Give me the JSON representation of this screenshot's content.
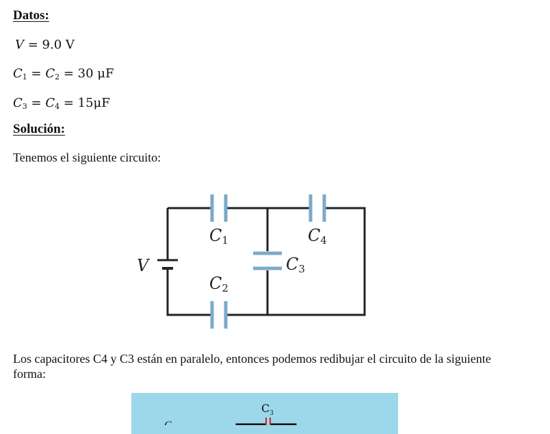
{
  "datos": {
    "heading": "Datos:"
  },
  "equations": {
    "v": {
      "sym": "V",
      "rhs": "= 9.0 V"
    },
    "c12": {
      "a": "C",
      "a_sub": "1",
      "eq1": " = ",
      "b": "C",
      "b_sub": "2",
      "rhs": " = 30 μF"
    },
    "c34": {
      "a": "C",
      "a_sub": "3",
      "eq1": " = ",
      "b": "C",
      "b_sub": "4",
      "rhs": " = 15μF"
    }
  },
  "solucion": {
    "heading": "Solución:"
  },
  "intro": "Tenemos el siguiente circuito:",
  "circuit": {
    "source_label": "V",
    "c1": {
      "letter": "C",
      "sub": "1"
    },
    "c2": {
      "letter": "C",
      "sub": "2"
    },
    "c3": {
      "letter": "C",
      "sub": "3"
    },
    "c4": {
      "letter": "C",
      "sub": "4"
    },
    "capacitor_color": "#7ca9c9",
    "wire_color": "#222222"
  },
  "paragraph2": "Los capacitores C4 y C3 están en paralelo, entonces podemos redibujar el circuito de la siguiente forma:",
  "redraw": {
    "c3": {
      "letter": "C",
      "sub": "3"
    },
    "background_color": "#9cd8e9",
    "capacitor_color": "#cc2222"
  }
}
